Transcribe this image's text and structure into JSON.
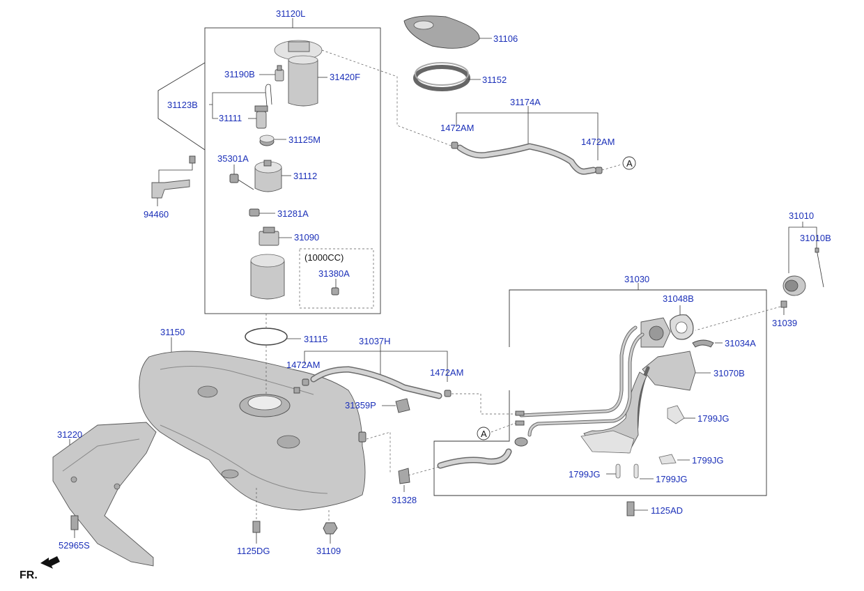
{
  "diagram": {
    "labels": {
      "p31120L": "31120L",
      "p31106": "31106",
      "p31152": "31152",
      "p31190B": "31190B",
      "p31420F": "31420F",
      "p31123B": "31123B",
      "p31111": "31111",
      "p31125M": "31125M",
      "p35301A": "35301A",
      "p31112": "31112",
      "p94460": "94460",
      "p31281A": "31281A",
      "p31090": "31090",
      "variant_1000cc": "(1000CC)",
      "p31380A": "31380A",
      "p31174A": "31174A",
      "p1472AM_a": "1472AM",
      "p1472AM_b": "1472AM",
      "ref_A_1": "A",
      "p31010": "31010",
      "p31010B": "31010B",
      "p31030": "31030",
      "p31048B": "31048B",
      "p31039": "31039",
      "p31034A": "31034A",
      "p31070B": "31070B",
      "p1799JG_a": "1799JG",
      "p1799JG_b": "1799JG",
      "p1799JG_c": "1799JG",
      "p1799JG_d": "1799JG",
      "p1125AD": "1125AD",
      "ref_A_2": "A",
      "p31150": "31150",
      "p31115": "31115",
      "p31037H": "31037H",
      "p1472AM_c": "1472AM",
      "p1472AM_d": "1472AM",
      "p31359P": "31359P",
      "p31328": "31328",
      "p31220": "31220",
      "p52965S": "52965S",
      "p1125DG": "1125DG",
      "p31109": "31109",
      "front_marker": "FR."
    }
  },
  "colors": {
    "label": "#1a2fb8",
    "line": "#333333",
    "part_fill": "#c9c9c9"
  }
}
